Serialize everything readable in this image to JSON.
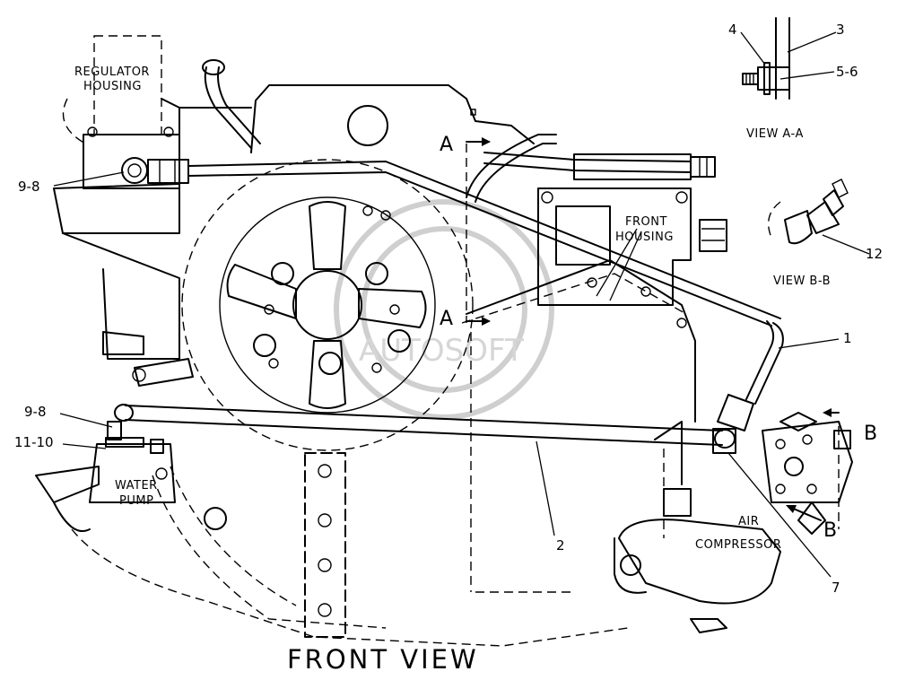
{
  "labels": {
    "regulator_housing": [
      "REGULATOR",
      "HOUSING"
    ],
    "front_housing": [
      "FRONT",
      "HOUSING"
    ],
    "water_pump": [
      "WATER",
      "PUMP"
    ],
    "air_compressor": [
      "AIR",
      "COMPRESSOR"
    ],
    "view_aa": "VIEW A-A",
    "view_bb": "VIEW B-B",
    "front_view": "FRONT VIEW",
    "section_a": "A",
    "section_b": "B"
  },
  "callouts": {
    "c1": "1",
    "c2": "2",
    "c3": "3",
    "c4": "4",
    "c56": "5-6",
    "c7": "7",
    "c98_top": "9-8",
    "c98_left": "9-8",
    "c1110": "11-10",
    "c12": "12"
  },
  "watermark": "AUTOSOFT"
}
